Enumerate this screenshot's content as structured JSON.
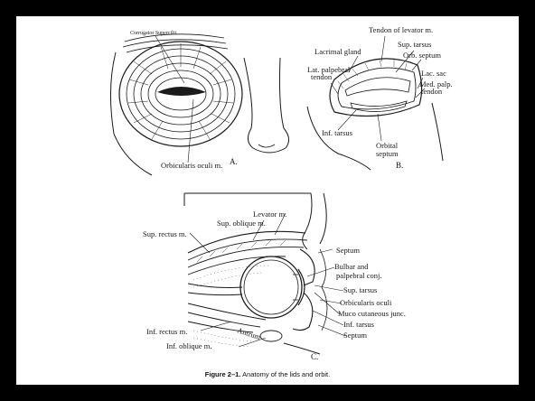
{
  "panel_a": {
    "label_top": "Corrugator Supercilii",
    "label_bottom": "Orbicularis oculi m.",
    "letter": "A."
  },
  "panel_b": {
    "labels": {
      "tendon_levator": "Tendon of levator m.",
      "lacrimal_gland": "Lacrimal gland",
      "sup_tarsus": "Sup. tarsus",
      "orb_septum": "Orb. septum",
      "lat_palpebral_1": "Lat. palpebral",
      "lat_palpebral_2": "tendon",
      "lac_sac": "Lac. sac",
      "med_palp_1": "Med. palp.",
      "med_palp_2": "tendon",
      "inf_tarsus": "Inf. tarsus",
      "orbital_septum_1": "Orbital",
      "orbital_septum_2": "septum"
    },
    "letter": "B."
  },
  "panel_c": {
    "labels": {
      "levator": "Levator m.",
      "sup_oblique": "Sup. oblique m.",
      "sup_rectus": "Sup. rectus m.",
      "septum_top": "Septum",
      "bulbar_1": "Bulbar and",
      "bulbar_2": "palpebral conj.",
      "sup_tarsus": "Sup. tarsus",
      "orbicularis": "Orbicularis oculi",
      "mucocutaneous": "Muco cutaneous junc.",
      "inf_tarsus": "Inf. tarsus",
      "septum_bottom": "Septum",
      "inf_rectus": "Inf. rectus m.",
      "inf_oblique": "Inf. oblique m.",
      "antrum": "Antrum"
    },
    "letter": "C."
  },
  "caption": {
    "figure_number": "Figure 2–1.",
    "text": "Anatomy of the lids and orbit."
  }
}
